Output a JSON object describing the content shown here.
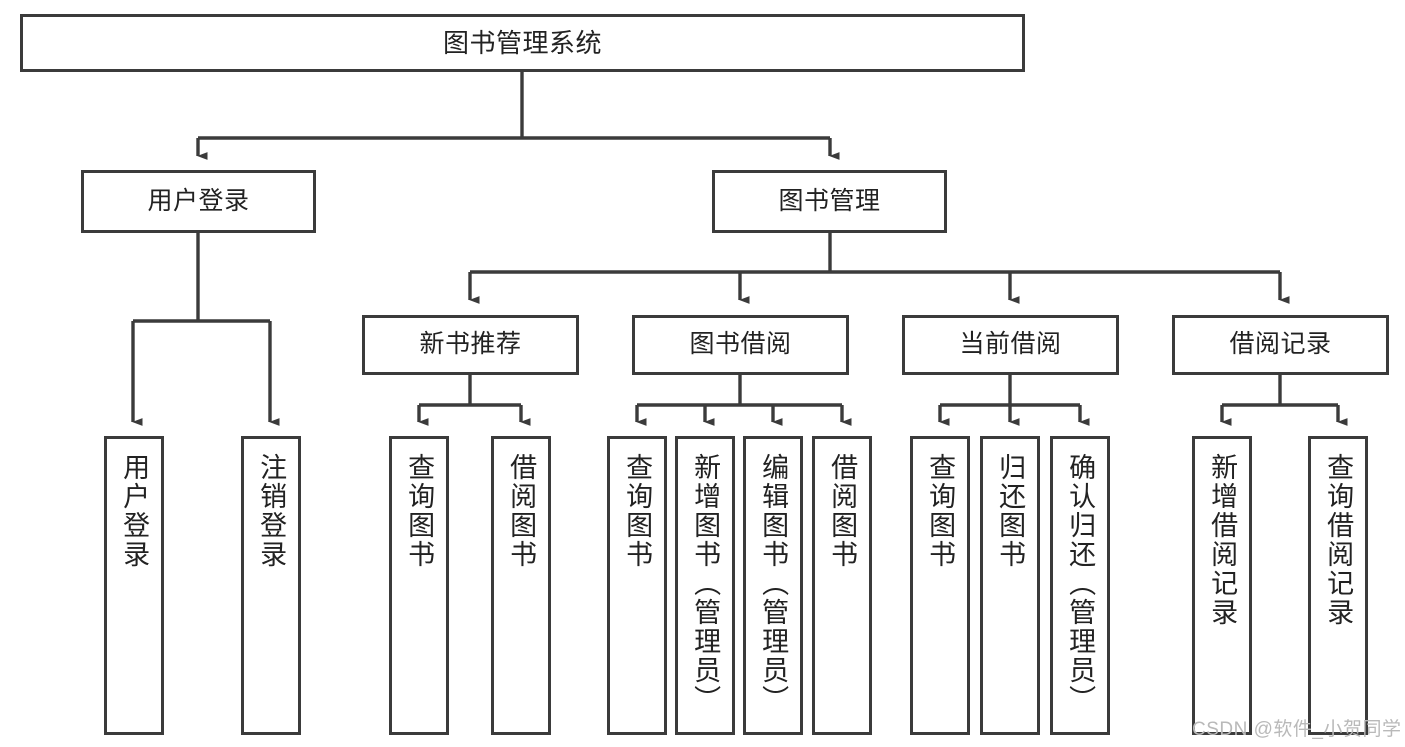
{
  "diagram": {
    "type": "tree-hierarchy-flowchart",
    "title": "图书管理系统",
    "orientation": "top-down",
    "colors": {
      "line": "#3b3b3b",
      "box_border": "#3b3b3b",
      "box_fill": "#ffffff",
      "text": "#222222",
      "canvas": "#ffffff",
      "watermark": "#b9b9b9"
    },
    "levels": [
      {
        "level": 1,
        "nodes": [
          {
            "id": "root",
            "label": "图书管理系统"
          }
        ]
      },
      {
        "level": 2,
        "nodes": [
          {
            "id": "user-login",
            "label": "用户登录",
            "parent": "root"
          },
          {
            "id": "book-manage",
            "label": "图书管理",
            "parent": "root"
          }
        ]
      },
      {
        "level": 3,
        "nodes": [
          {
            "id": "new-book-recommend",
            "label": "新书推荐",
            "parent": "book-manage"
          },
          {
            "id": "book-borrow",
            "label": "图书借阅",
            "parent": "book-manage"
          },
          {
            "id": "current-borrow",
            "label": "当前借阅",
            "parent": "book-manage"
          },
          {
            "id": "borrow-record",
            "label": "借阅记录",
            "parent": "book-manage"
          }
        ]
      },
      {
        "level": 4,
        "nodes": [
          {
            "id": "leaf-user-login",
            "label": "用户登录",
            "parent": "user-login"
          },
          {
            "id": "leaf-logout-login",
            "label": "注销登录",
            "parent": "user-login"
          },
          {
            "id": "leaf-query-book-1",
            "label": "查询图书",
            "parent": "new-book-recommend"
          },
          {
            "id": "leaf-borrow-book-1",
            "label": "借阅图书",
            "parent": "new-book-recommend"
          },
          {
            "id": "leaf-query-book-2",
            "label": "查询图书",
            "parent": "book-borrow"
          },
          {
            "id": "leaf-add-book",
            "label": "新增图书（管理员）",
            "parent": "book-borrow"
          },
          {
            "id": "leaf-edit-book",
            "label": "编辑图书（管理员）",
            "parent": "book-borrow"
          },
          {
            "id": "leaf-borrow-book-2",
            "label": "借阅图书",
            "parent": "book-borrow"
          },
          {
            "id": "leaf-query-book-3",
            "label": "查询图书",
            "parent": "current-borrow"
          },
          {
            "id": "leaf-return-book",
            "label": "归还图书",
            "parent": "current-borrow"
          },
          {
            "id": "leaf-confirm-return",
            "label": "确认归还（管理员）",
            "parent": "current-borrow"
          },
          {
            "id": "leaf-add-record",
            "label": "新增借阅记录",
            "parent": "borrow-record"
          },
          {
            "id": "leaf-query-record",
            "label": "查询借阅记录",
            "parent": "borrow-record"
          }
        ]
      }
    ]
  },
  "watermark": {
    "text": "CSDN @软件_小贺同学"
  }
}
